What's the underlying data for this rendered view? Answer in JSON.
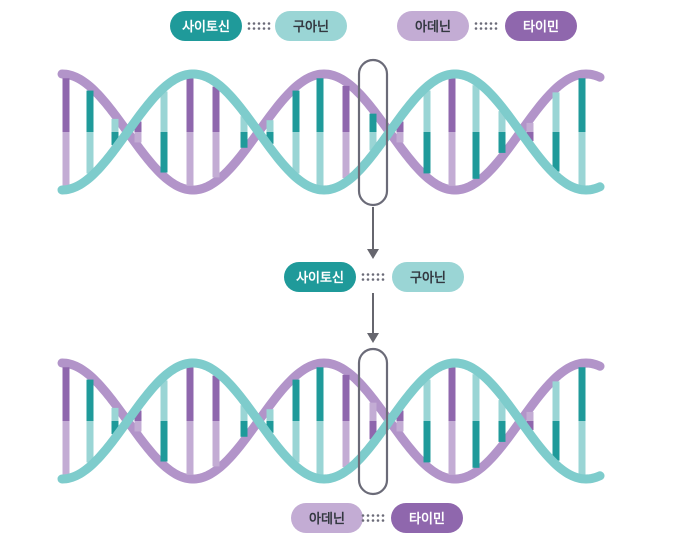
{
  "legend": {
    "cytosine": "사이토신",
    "guanine": "구아닌",
    "adenine": "아데닌",
    "thymine": "타이민"
  },
  "mutation_pair": {
    "left": "사이토신",
    "right": "구아닌"
  },
  "result_pair": {
    "left": "아데닌",
    "right": "타이민"
  },
  "colors": {
    "dark_teal": "#1f9a9a",
    "light_teal": "#9ad5d5",
    "light_purple": "#c3acd4",
    "dark_purple": "#8f67ad",
    "backbone_teal": "#7ecccc",
    "backbone_purple": "#b294c9",
    "dots": "#6b6b78",
    "highlight_box": "#6b6b78",
    "arrow": "#66666e"
  }
}
